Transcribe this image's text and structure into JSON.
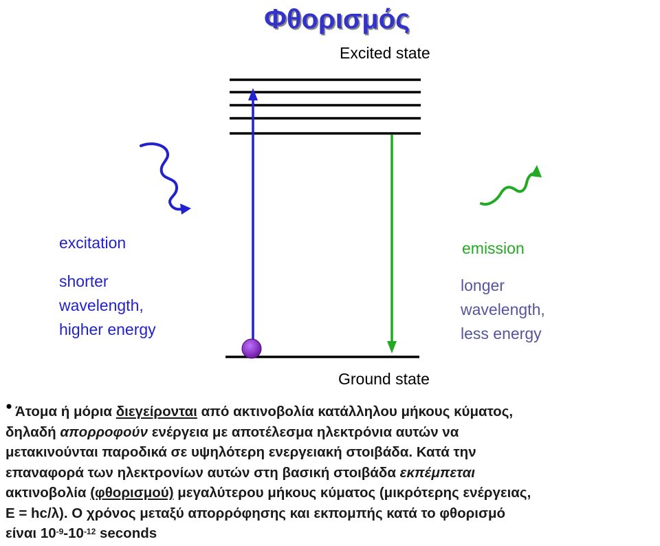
{
  "title": "Φθορισμός",
  "labels": {
    "excited_state": "Excited state",
    "ground_state": "Ground state",
    "excitation_title": "excitation",
    "excitation_desc": "shorter\nwavelength,\nhigher energy",
    "emission_title": "emission",
    "emission_desc": "longer\nwavelength,\nless energy"
  },
  "colors": {
    "title": "#3333cc",
    "excitation": "#2222cc",
    "emission": "#22aa22",
    "electron": "#8a2be2"
  },
  "paragraph": {
    "p1": "Άτομα ή μόρια ",
    "p2": "διεγείρονται",
    "p3": " από ακτινοβολία κατάλληλου μήκους κύματος,",
    "p4": "δηλαδή ",
    "p5": "απορροφούν",
    "p6": " ενέργεια με αποτέλεσμα ηλεκτρόνια αυτών να",
    "p7": "μετακινούνται παροδικά σε υψηλότερη ενεργειακή στοιβάδα. Κατά την",
    "p8": "επαναφορά των ηλεκτρονίων αυτών στη βασική στοιβάδα ",
    "p9": "εκπέμπεται",
    "p10": "ακτινοβολία ",
    "p11": "(φθορισμού)",
    "p12": " μεγαλύτερου μήκους κύματος (μικρότερης ενέργειας,",
    "p13": "E = hc/λ). Ο χρόνος μεταξύ απορρόφησης και εκπομπής κατά το φθορισμό",
    "p14": "είναι 10",
    "p15": "-9",
    "p16": "-10",
    "p17": "-12",
    "p18": " seconds"
  }
}
